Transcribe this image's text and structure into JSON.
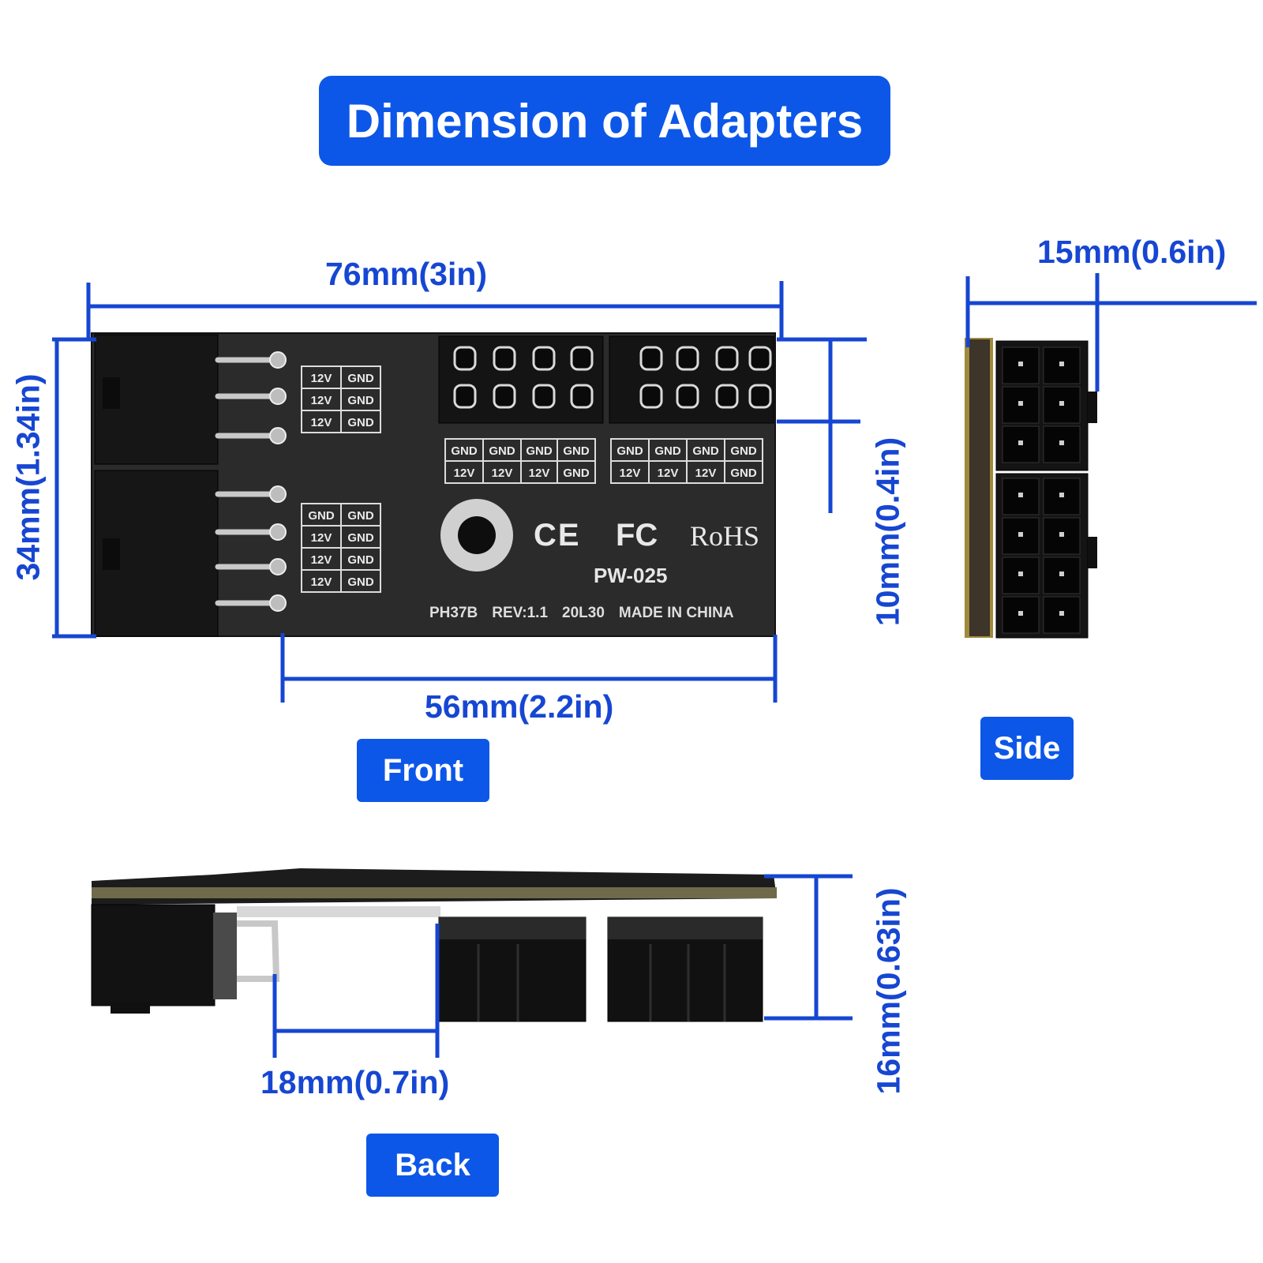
{
  "title": "Dimension of Adapters",
  "views": {
    "front": "Front",
    "side": "Side",
    "back": "Back"
  },
  "dimensions": {
    "front_width": "76mm(3in)",
    "front_height": "34mm(1.34in)",
    "front_inner_width": "56mm(2.2in)",
    "front_connector_height": "10mm(0.4in)",
    "side_width": "15mm(0.6in)",
    "back_pin_length": "18mm(0.7in)",
    "back_height": "16mm(0.63in)"
  },
  "board": {
    "model": "PW-025",
    "footer": [
      "PH37B",
      "REV:1.1",
      "20L30",
      "MADE IN CHINA"
    ],
    "marks": {
      "ce": "CE",
      "fc": "FC",
      "rohs": "RoHS"
    },
    "left_pins_top": [
      [
        "12V",
        "GND"
      ],
      [
        "12V",
        "GND"
      ],
      [
        "12V",
        "GND"
      ]
    ],
    "left_pins_bottom": [
      [
        "GND",
        "GND"
      ],
      [
        "12V",
        "GND"
      ],
      [
        "12V",
        "GND"
      ],
      [
        "12V",
        "GND"
      ]
    ],
    "top_pins_row1": [
      "GND",
      "GND",
      "GND",
      "GND",
      "GND",
      "GND",
      "GND",
      "GND"
    ],
    "top_pins_row2": [
      "12V",
      "12V",
      "12V",
      "GND",
      "12V",
      "12V",
      "12V",
      "GND"
    ]
  },
  "colors": {
    "accent": "#0d57e8",
    "dimension_line": "#1646d2",
    "board": "#2b2a2a"
  }
}
